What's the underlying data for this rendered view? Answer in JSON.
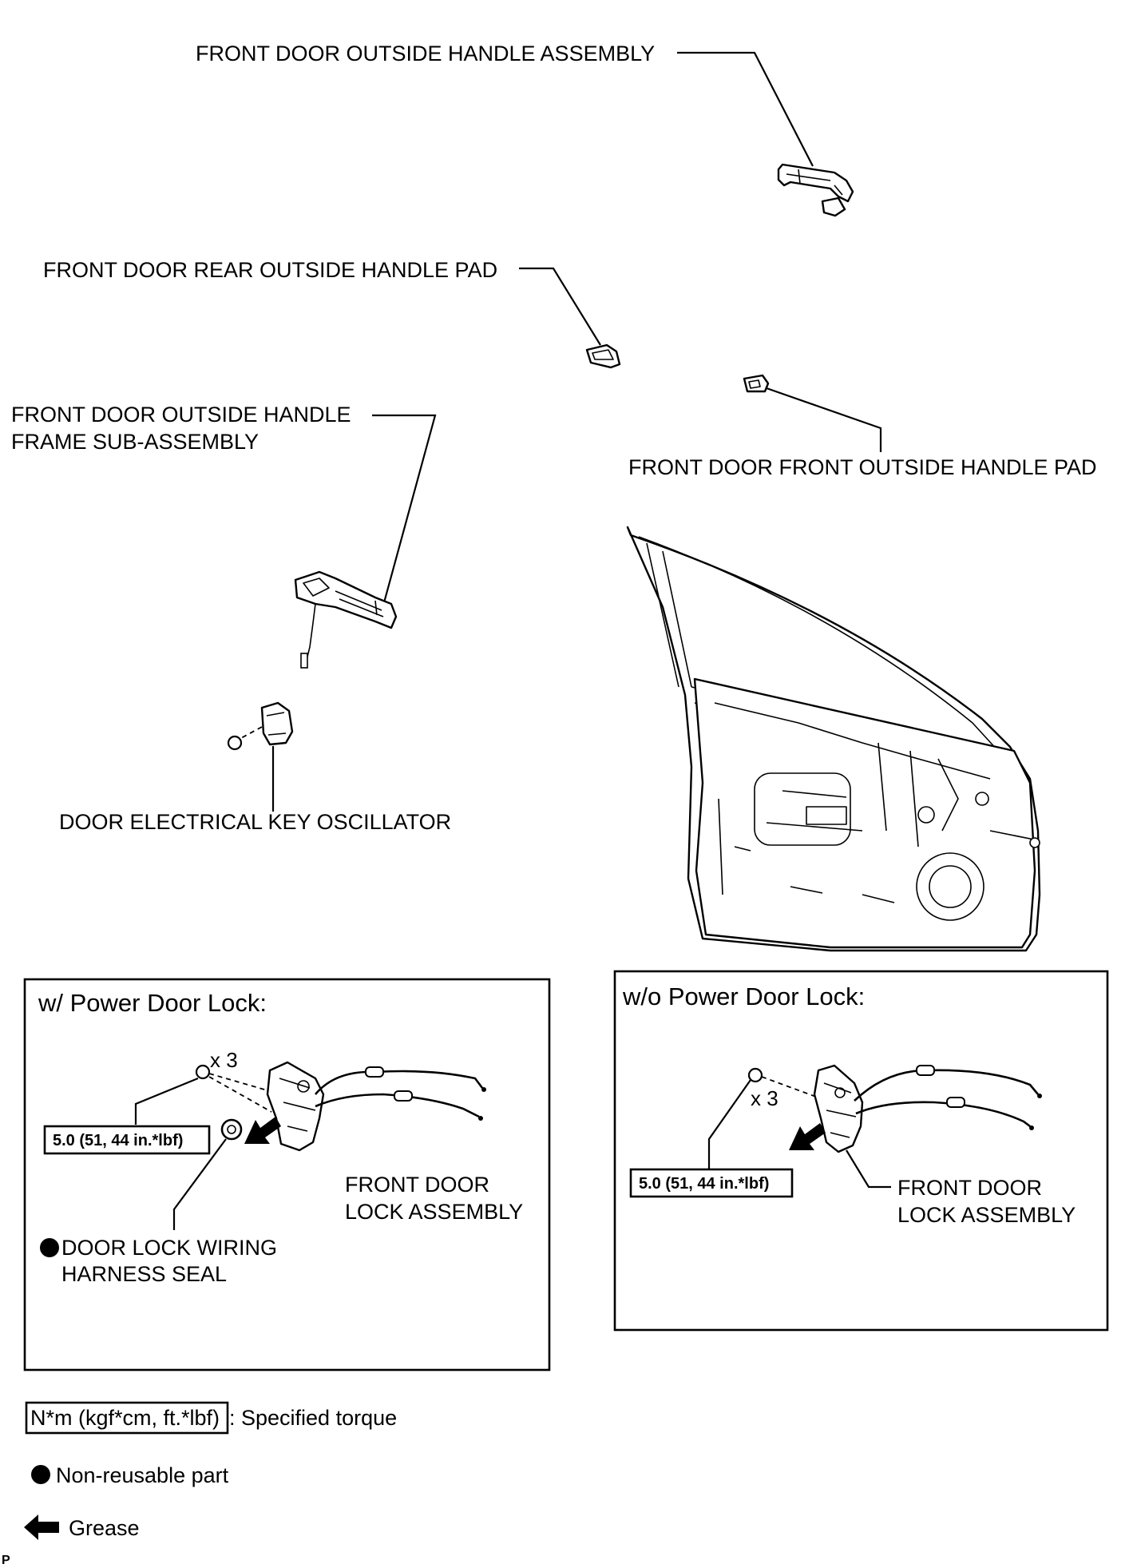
{
  "labels": {
    "outside_handle_assembly": "FRONT DOOR OUTSIDE HANDLE ASSEMBLY",
    "rear_outside_handle_pad": "FRONT DOOR REAR OUTSIDE HANDLE PAD",
    "handle_frame_line1": "FRONT DOOR OUTSIDE HANDLE",
    "handle_frame_line2": "FRAME SUB-ASSEMBLY",
    "front_outside_handle_pad": "FRONT DOOR FRONT OUTSIDE HANDLE PAD",
    "key_oscillator": "DOOR ELECTRICAL KEY OSCILLATOR"
  },
  "panel_power": {
    "title": "w/ Power Door Lock:",
    "qty": "x 3",
    "torque": "5.0 (51, 44 in.*lbf)",
    "lock_line1": "FRONT DOOR",
    "lock_line2": "LOCK ASSEMBLY",
    "seal_line1": "DOOR LOCK WIRING",
    "seal_line2": "HARNESS SEAL"
  },
  "panel_manual": {
    "title": "w/o Power Door Lock:",
    "qty": "x 3",
    "torque": "5.0 (51, 44 in.*lbf)",
    "lock_line1": "FRONT DOOR",
    "lock_line2": "LOCK ASSEMBLY"
  },
  "legend": {
    "torque_unit": "N*m (kgf*cm, ft.*lbf)",
    "torque_desc": ": Specified torque",
    "non_reusable": "Non-reusable part",
    "grease": "Grease"
  },
  "corner_mark": "P"
}
